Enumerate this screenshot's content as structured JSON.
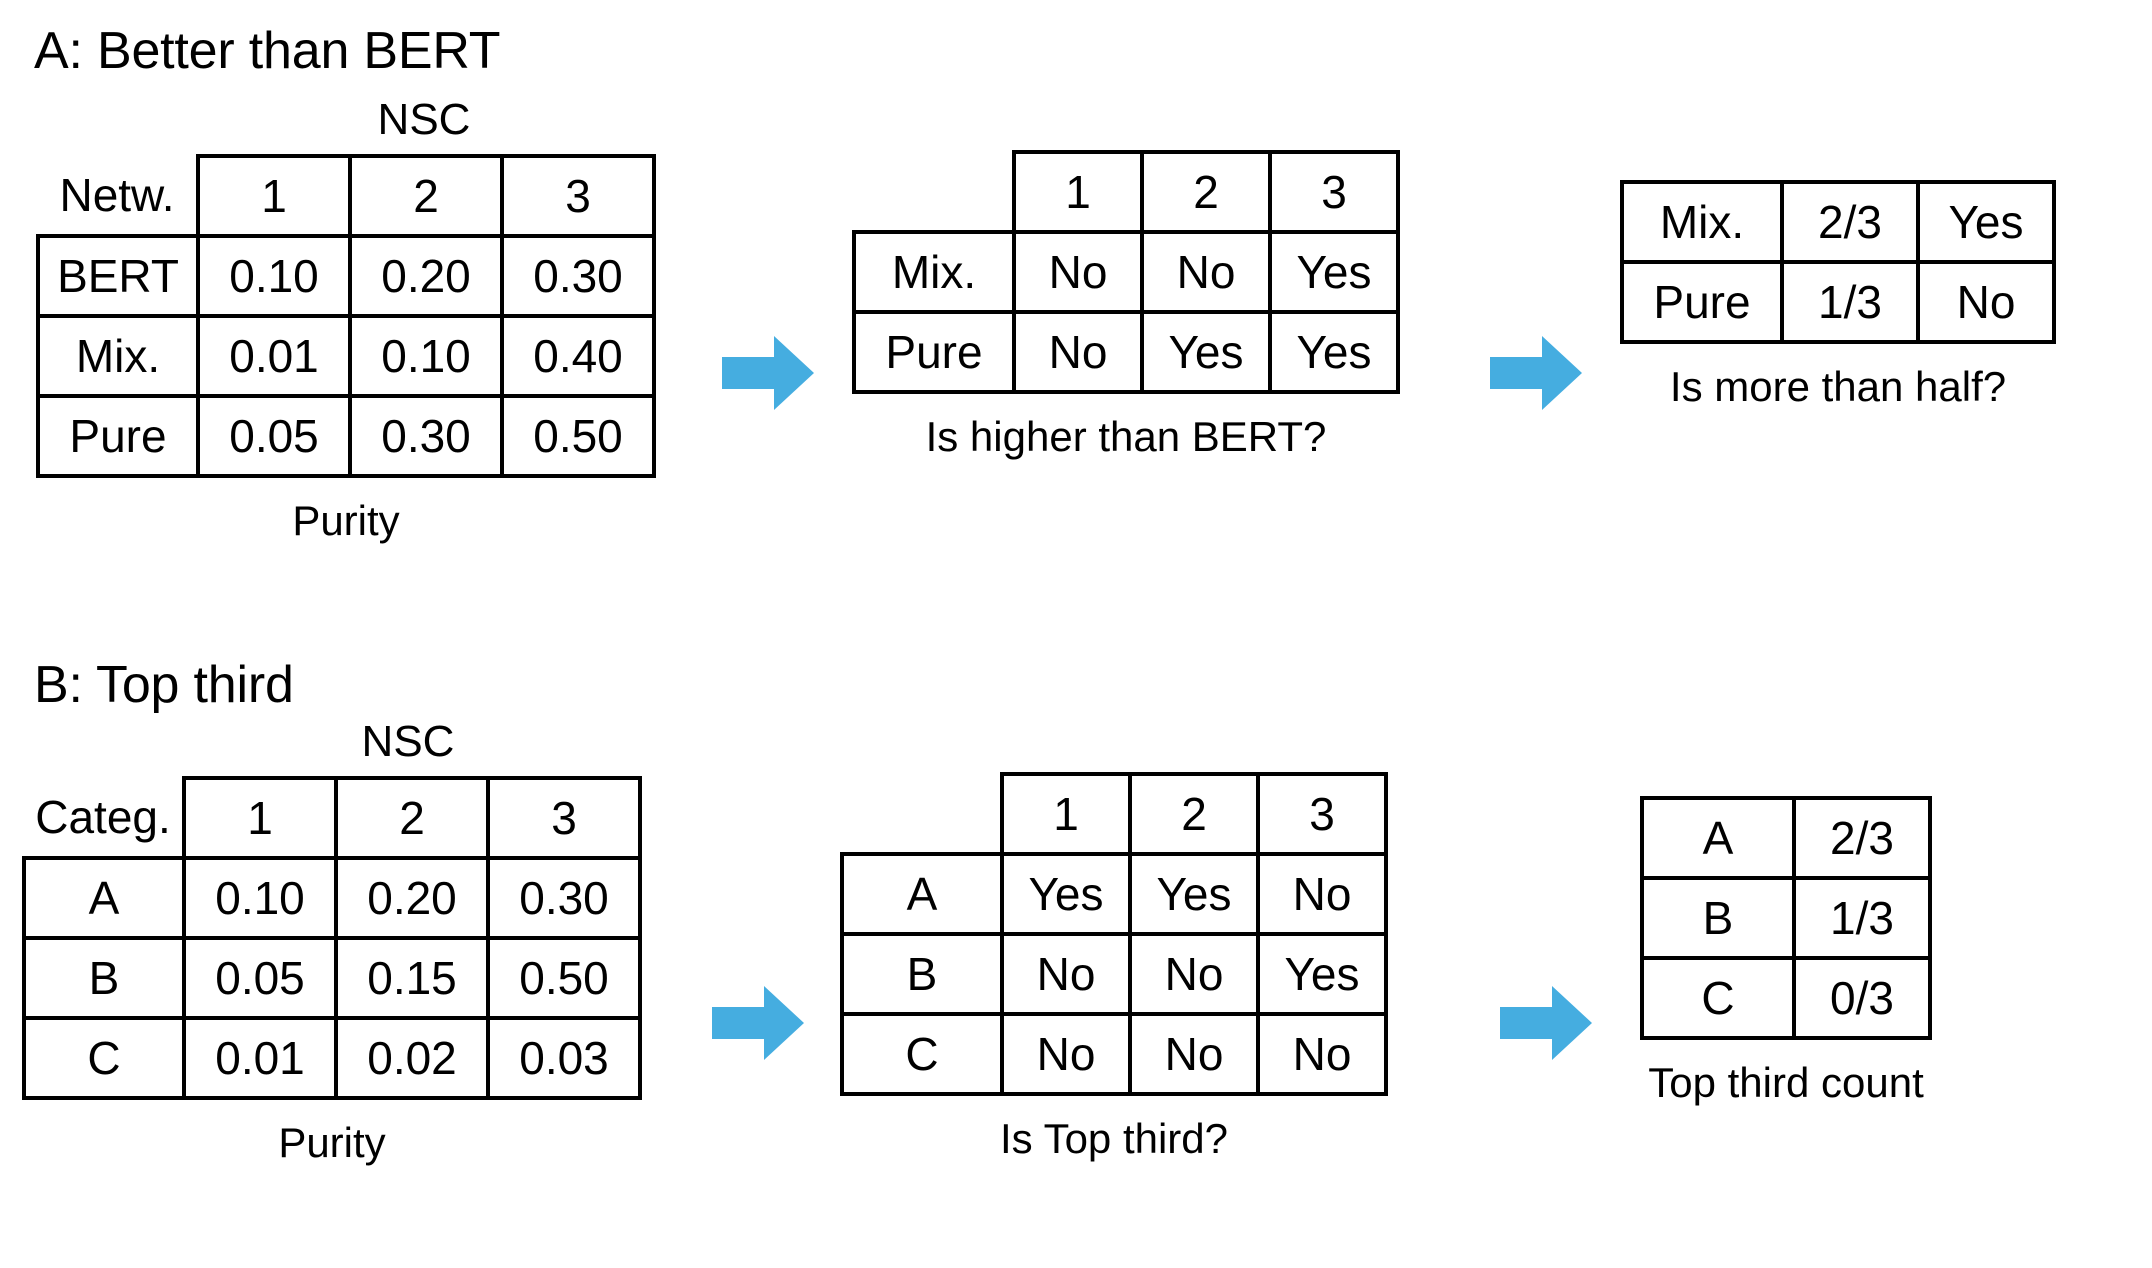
{
  "figure": {
    "arrow_color": "#45ADE0",
    "border_color": "#000000",
    "background": "#FFFFFF"
  },
  "panels": [
    {
      "id": "A",
      "title": "A: Better than BERT",
      "stages": [
        {
          "over_label": "NSC",
          "caption": "Purity",
          "corner_label": "Netw.",
          "column_headers": [
            "1",
            "2",
            "3"
          ],
          "rows": [
            {
              "label": "BERT",
              "cells": [
                "0.10",
                "0.20",
                "0.30"
              ]
            },
            {
              "label": "Mix.",
              "cells": [
                "0.01",
                "0.10",
                "0.40"
              ]
            },
            {
              "label": "Pure",
              "cells": [
                "0.05",
                "0.30",
                "0.50"
              ]
            }
          ]
        },
        {
          "over_label": "",
          "caption": "Is higher than BERT?",
          "corner_label": "",
          "column_headers": [
            "1",
            "2",
            "3"
          ],
          "rows": [
            {
              "label": "Mix.",
              "cells": [
                "No",
                "No",
                "Yes"
              ]
            },
            {
              "label": "Pure",
              "cells": [
                "No",
                "Yes",
                "Yes"
              ]
            }
          ]
        },
        {
          "over_label": "",
          "caption": "Is more than half?",
          "column_headers": [],
          "rows": [
            {
              "label": "Mix.",
              "cells": [
                "2/3",
                "Yes"
              ]
            },
            {
              "label": "Pure",
              "cells": [
                "1/3",
                "No"
              ]
            }
          ]
        }
      ]
    },
    {
      "id": "B",
      "title": "B: Top third",
      "stages": [
        {
          "over_label": "NSC",
          "caption": "Purity",
          "corner_label": "Categ.",
          "column_headers": [
            "1",
            "2",
            "3"
          ],
          "rows": [
            {
              "label": "A",
              "cells": [
                "0.10",
                "0.20",
                "0.30"
              ]
            },
            {
              "label": "B",
              "cells": [
                "0.05",
                "0.15",
                "0.50"
              ]
            },
            {
              "label": "C",
              "cells": [
                "0.01",
                "0.02",
                "0.03"
              ]
            }
          ]
        },
        {
          "over_label": "",
          "caption": "Is Top third?",
          "corner_label": "",
          "column_headers": [
            "1",
            "2",
            "3"
          ],
          "rows": [
            {
              "label": "A",
              "cells": [
                "Yes",
                "Yes",
                "No"
              ]
            },
            {
              "label": "B",
              "cells": [
                "No",
                "No",
                "Yes"
              ]
            },
            {
              "label": "C",
              "cells": [
                "No",
                "No",
                "No"
              ]
            }
          ]
        },
        {
          "over_label": "",
          "caption": "Top third count",
          "column_headers": [],
          "rows": [
            {
              "label": "A",
              "cells": [
                "2/3"
              ]
            },
            {
              "label": "B",
              "cells": [
                "1/3"
              ]
            },
            {
              "label": "C",
              "cells": [
                "0/3"
              ]
            }
          ]
        }
      ]
    }
  ]
}
